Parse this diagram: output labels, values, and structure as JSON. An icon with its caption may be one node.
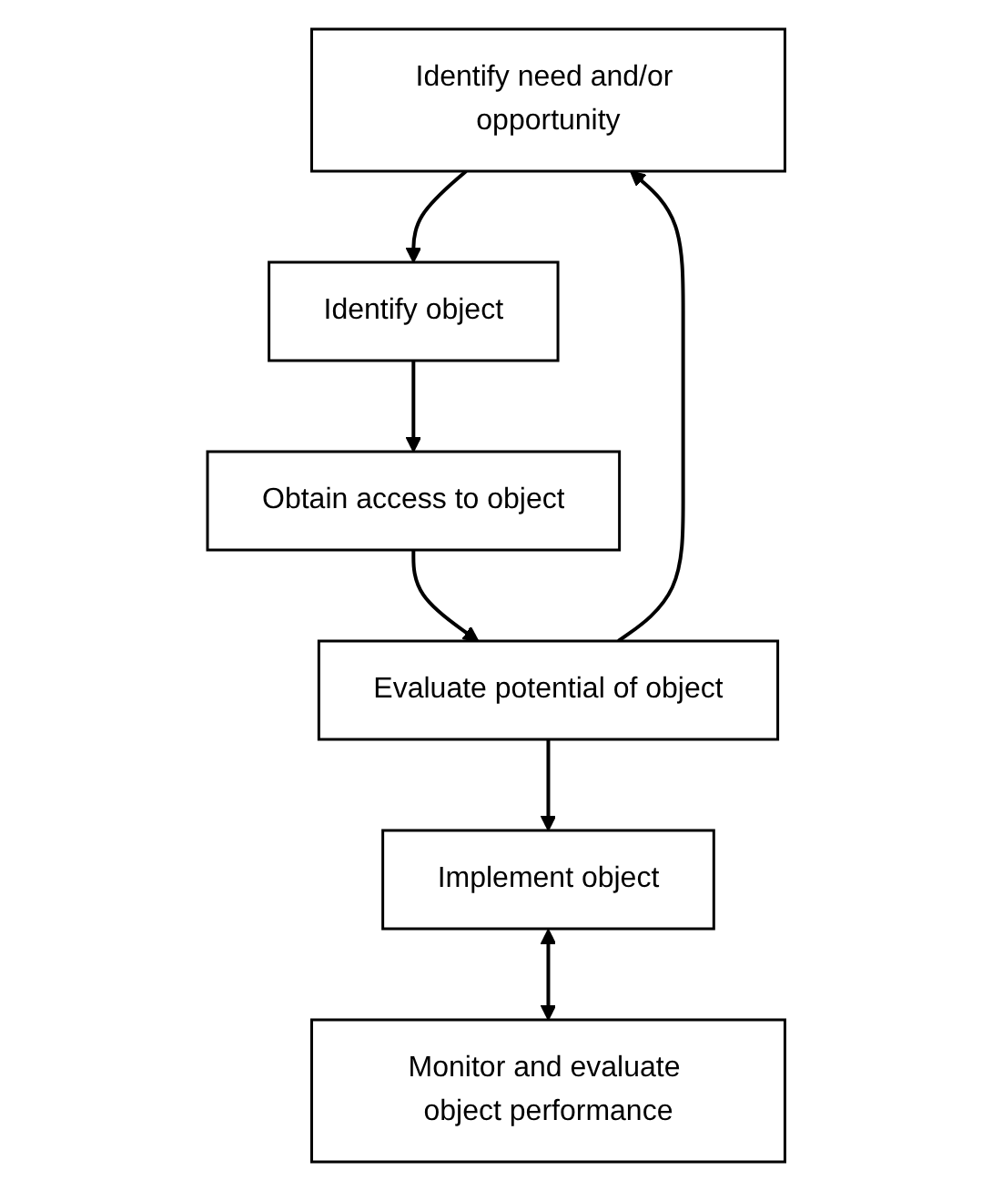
{
  "diagram": {
    "nodes": [
      {
        "text": [
          "Identify need and/or opportunity"
        ]
      },
      {
        "text": [
          "Identify object"
        ]
      },
      {
        "text": [
          "Obtain access to object"
        ]
      },
      {
        "text": [
          "Evaluate potential of object"
        ]
      },
      {
        "text": [
          "Implement object"
        ]
      },
      {
        "text": [
          "Monitor and evaluate object performance"
        ]
      }
    ],
    "edges": [
      {
        "from": 0,
        "to": 1,
        "arrow": "to"
      },
      {
        "from": 1,
        "to": 2,
        "arrow": "to"
      },
      {
        "from": 2,
        "to": 3,
        "arrow": "to"
      },
      {
        "from": 3,
        "to": 0,
        "arrow": "to"
      },
      {
        "from": 3,
        "to": 4,
        "arrow": "to"
      },
      {
        "from": 4,
        "to": 5,
        "arrow": "both"
      }
    ]
  }
}
